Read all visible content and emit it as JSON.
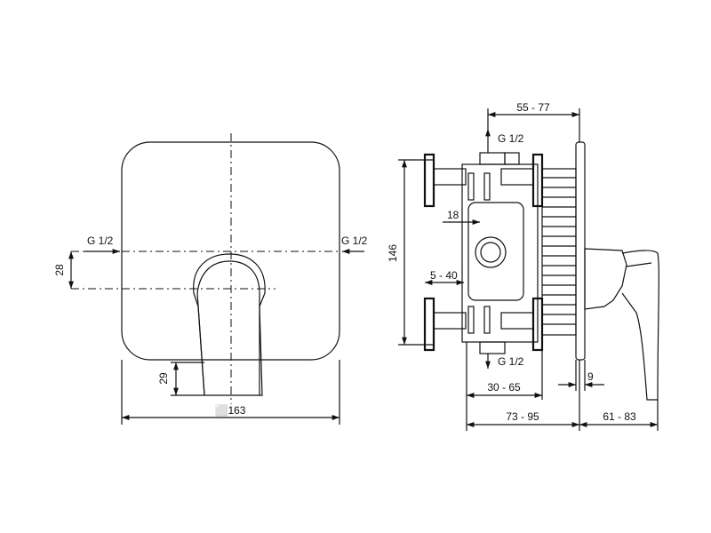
{
  "front_view": {
    "inlet_left_label": "G 1/2",
    "inlet_right_label": "G 1/2",
    "dim_height": "28",
    "dim_lever": "29",
    "dim_width": "⬜163"
  },
  "side_view": {
    "inlet_top_label": "G 1/2",
    "outlet_bottom_label": "G 1/2",
    "dim_total_height": "146",
    "dim_top": "55 - 77",
    "dim_18": "18",
    "dim_5_40": "5 - 40",
    "dim_30_65": "30 - 65",
    "dim_73_95": "73 - 95",
    "dim_61_83": "61 - 83",
    "dim_9": "9"
  }
}
